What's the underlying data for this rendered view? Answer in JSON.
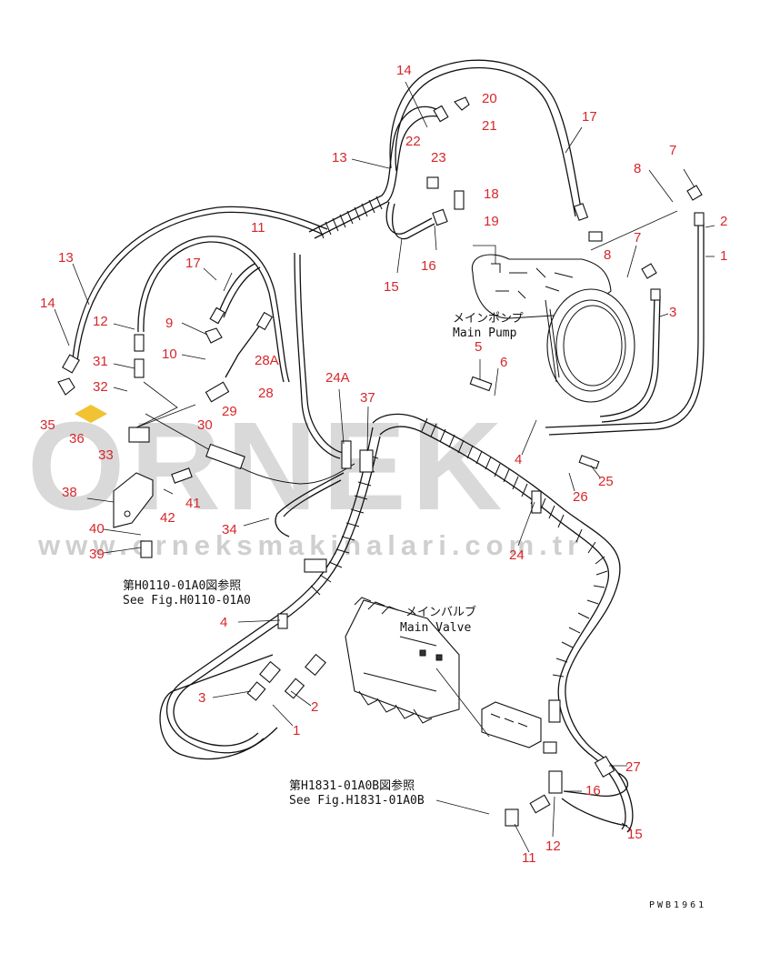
{
  "watermark": {
    "brand": "ORNEK",
    "url": "www.orneksmakinalari.com.tr"
  },
  "notes": {
    "main_pump_jp": "メインポンプ",
    "main_pump_en": "Main Pump",
    "main_valve_jp": "メインバルブ",
    "main_valve_en": "Main Valve",
    "ref1_jp": "第H0110-01A0図参照",
    "ref1_en": "See Fig.H0110-01A0",
    "ref2_jp": "第H1831-01A0B図参照",
    "ref2_en": "See Fig.H1831-01A0B",
    "drawing_code": "PWB1961"
  },
  "callouts": [
    {
      "id": "c14a",
      "label": "14"
    },
    {
      "id": "c20",
      "label": "20"
    },
    {
      "id": "c21",
      "label": "21"
    },
    {
      "id": "c22",
      "label": "22"
    },
    {
      "id": "c17a",
      "label": "17"
    },
    {
      "id": "c7a",
      "label": "7"
    },
    {
      "id": "c13a",
      "label": "13"
    },
    {
      "id": "c23",
      "label": "23"
    },
    {
      "id": "c8a",
      "label": "8"
    },
    {
      "id": "c18",
      "label": "18"
    },
    {
      "id": "c2a",
      "label": "2"
    },
    {
      "id": "c19",
      "label": "19"
    },
    {
      "id": "c11a",
      "label": "11"
    },
    {
      "id": "c1a",
      "label": "1"
    },
    {
      "id": "c16a",
      "label": "16"
    },
    {
      "id": "c8b",
      "label": "8"
    },
    {
      "id": "c7b",
      "label": "7"
    },
    {
      "id": "c13b",
      "label": "13"
    },
    {
      "id": "c17b",
      "label": "17"
    },
    {
      "id": "c15a",
      "label": "15"
    },
    {
      "id": "c14b",
      "label": "14"
    },
    {
      "id": "c3a",
      "label": "3"
    },
    {
      "id": "c12a",
      "label": "12"
    },
    {
      "id": "c9",
      "label": "9"
    },
    {
      "id": "c5",
      "label": "5"
    },
    {
      "id": "c10",
      "label": "10"
    },
    {
      "id": "c28a",
      "label": "28A"
    },
    {
      "id": "c6",
      "label": "6"
    },
    {
      "id": "c31",
      "label": "31"
    },
    {
      "id": "c24a",
      "label": "24A"
    },
    {
      "id": "c32",
      "label": "32"
    },
    {
      "id": "c37",
      "label": "37"
    },
    {
      "id": "c28",
      "label": "28"
    },
    {
      "id": "c29",
      "label": "29"
    },
    {
      "id": "c35",
      "label": "35"
    },
    {
      "id": "c30",
      "label": "30"
    },
    {
      "id": "c36",
      "label": "36"
    },
    {
      "id": "c4a",
      "label": "4"
    },
    {
      "id": "c33",
      "label": "33"
    },
    {
      "id": "c25",
      "label": "25"
    },
    {
      "id": "c38",
      "label": "38"
    },
    {
      "id": "c41",
      "label": "41"
    },
    {
      "id": "c26",
      "label": "26"
    },
    {
      "id": "c42",
      "label": "42"
    },
    {
      "id": "c34",
      "label": "34"
    },
    {
      "id": "c40",
      "label": "40"
    },
    {
      "id": "c24b",
      "label": "24"
    },
    {
      "id": "c39",
      "label": "39"
    },
    {
      "id": "c4b",
      "label": "4"
    },
    {
      "id": "c3b",
      "label": "3"
    },
    {
      "id": "c2b",
      "label": "2"
    },
    {
      "id": "c1b",
      "label": "1"
    },
    {
      "id": "c27",
      "label": "27"
    },
    {
      "id": "c16b",
      "label": "16"
    },
    {
      "id": "c15b",
      "label": "15"
    },
    {
      "id": "c11b",
      "label": "11"
    },
    {
      "id": "c12b",
      "label": "12"
    }
  ]
}
